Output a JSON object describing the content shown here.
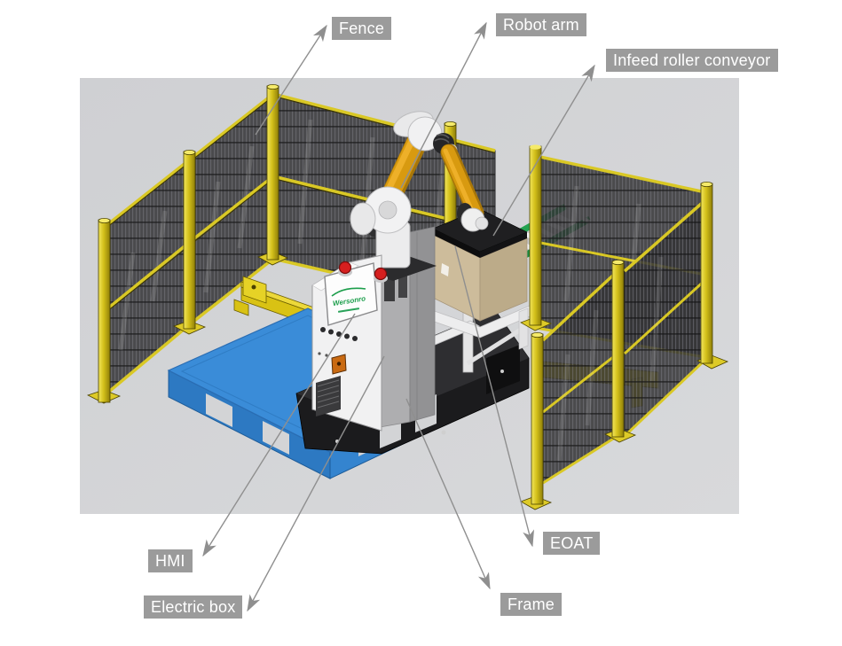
{
  "callouts": [
    {
      "id": "fence",
      "label": "Fence"
    },
    {
      "id": "robot-arm",
      "label": "Robot arm"
    },
    {
      "id": "infeed-roller-conveyor",
      "label": "Infeed roller conveyor"
    },
    {
      "id": "hmi",
      "label": "HMI"
    },
    {
      "id": "electric-box",
      "label": "Electric box"
    },
    {
      "id": "eoat",
      "label": "EOAT"
    },
    {
      "id": "frame",
      "label": "Frame"
    }
  ],
  "hmi_screen": {
    "logo_text": "Wersonro"
  },
  "colors": {
    "label_bg": "#9b9b9b",
    "label_text": "#ffffff",
    "arrow": "#8f8f8f",
    "floor": "#d3d4d6",
    "fence_yellow": "#d9c825",
    "mesh_dark": "#343436",
    "robot_yellow": "#d89a10",
    "pallet_blue": "#3a8cd8",
    "conveyor_green": "#23a24f",
    "estop_red": "#d61f1f",
    "box_tan": "#cdbc9b",
    "base_black": "#1b1b1d"
  }
}
